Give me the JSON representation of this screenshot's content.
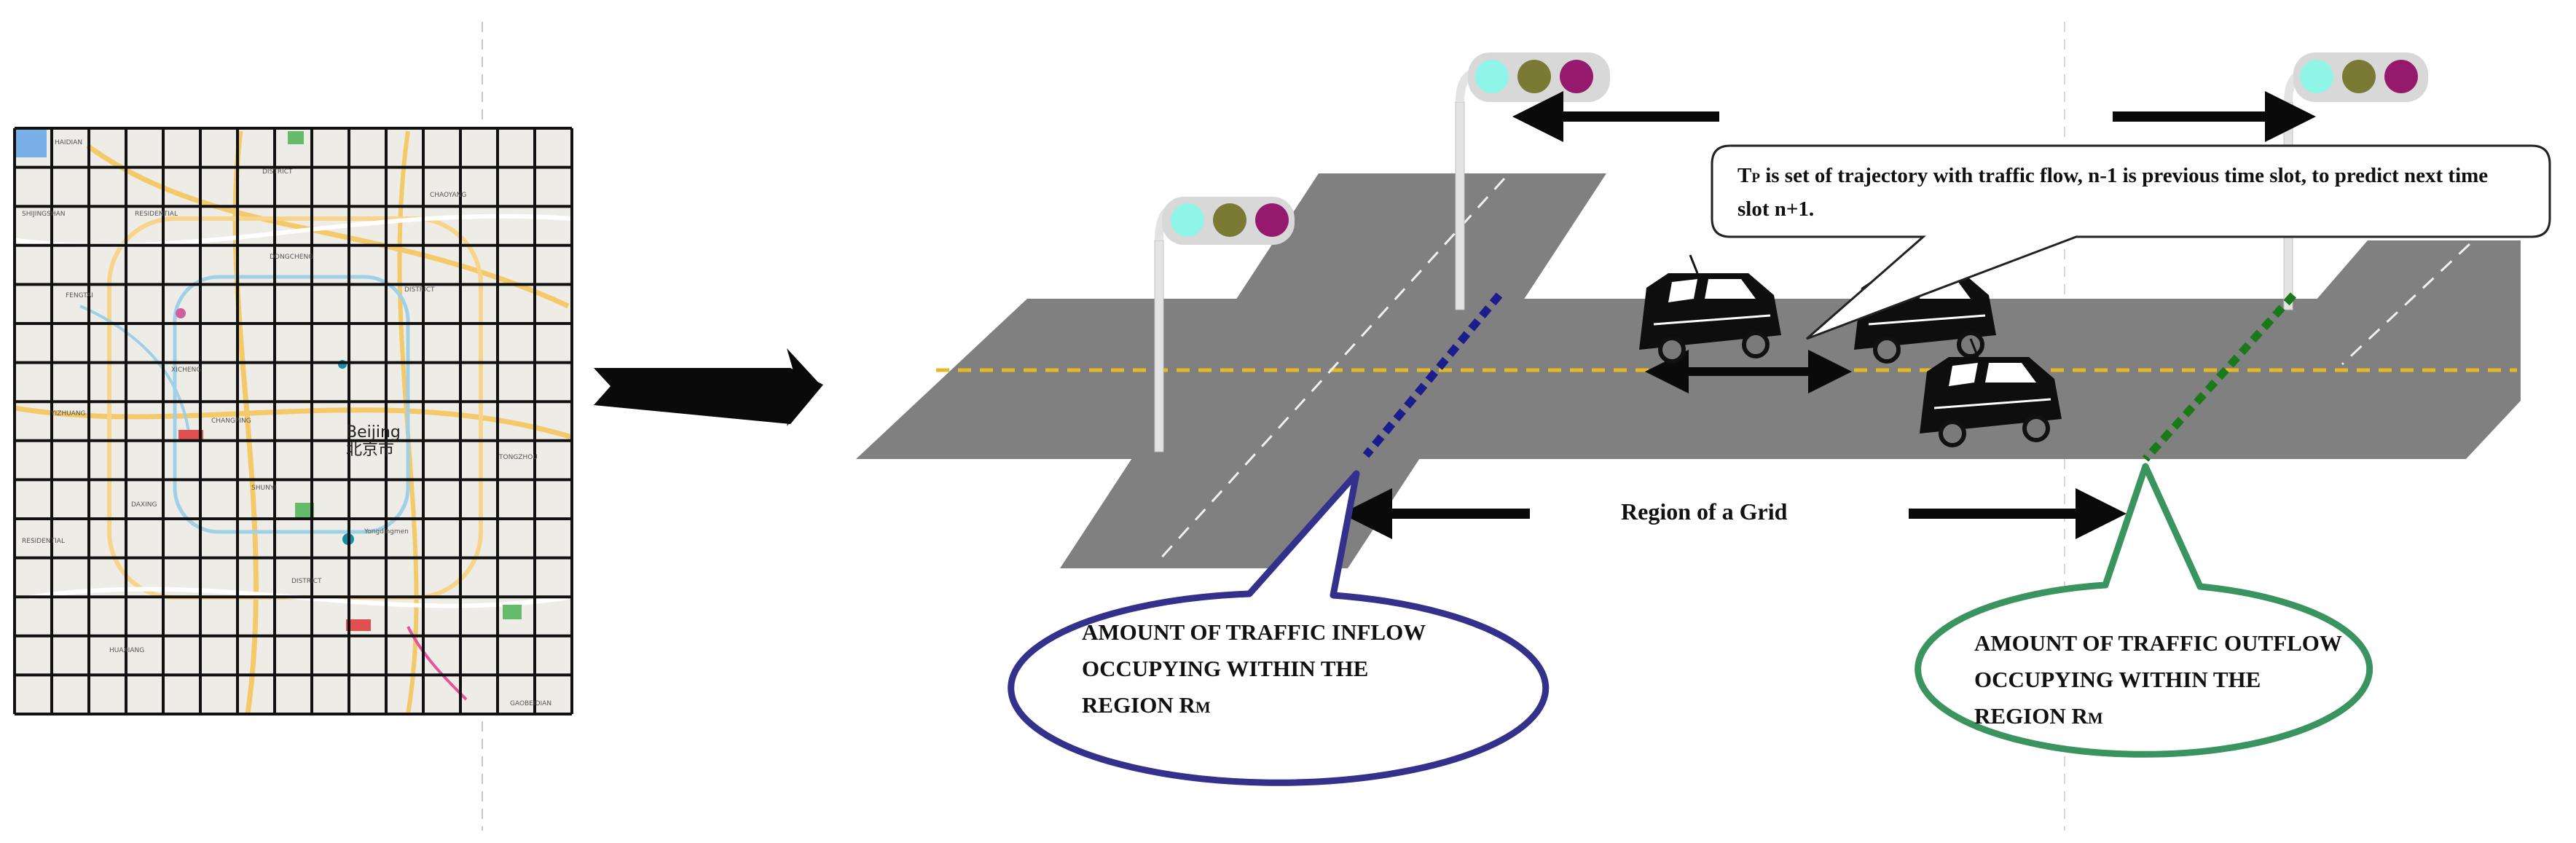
{
  "map": {
    "grid_rows": 15,
    "grid_cols": 15,
    "city_label": "Beijing",
    "city_label_local": "北京市",
    "district_labels": [
      "HAIDIAN",
      "DISTRICT",
      "SHIJINGSHAN",
      "RESIDENTIAL",
      "CHAOYANG",
      "FENGTAI",
      "DONGCHENG",
      "XICHENG",
      "DISTRICT",
      "YIZHUANG",
      "CHANGPING",
      "TONGZHOU",
      "DAXING",
      "SHUNYI",
      "RESIDENTIAL",
      "DISTRICT",
      "HUAXIANG",
      "GAOBEIDIAN"
    ],
    "landmark_label": "Yongdingmen"
  },
  "road": {
    "region_label": "Region of a Grid",
    "trajectory_note": {
      "prefix": "T",
      "subscript": "P",
      "line1": " is set of trajectory with traffic flow, n-1 is previous time slot, to predict next time",
      "line2": "slot n+1."
    },
    "inflow_callout": {
      "line1": "AMOUNT OF TRAFFIC INFLOW",
      "line2": "OCCUPYING WITHIN THE",
      "line3_prefix": "REGION  R",
      "subscript": "M"
    },
    "outflow_callout": {
      "line1": "AMOUNT OF TRAFFIC OUTFLOW",
      "line2": "OCCUPYING WITHIN THE",
      "line3_prefix": "REGION  R",
      "subscript": "M"
    }
  },
  "colors": {
    "road": "#808080",
    "lane_divider": "#e8b820",
    "inflow_line": "#1c1c8c",
    "inflow_ellipse": "#34318c",
    "outflow_line": "#1a7a1a",
    "outflow_ellipse": "#3a9460",
    "signal_light_1": "#8ff5e6",
    "signal_light_2": "#7a7a35",
    "signal_light_3": "#951a6e",
    "arrow": "#0a0a0a"
  }
}
